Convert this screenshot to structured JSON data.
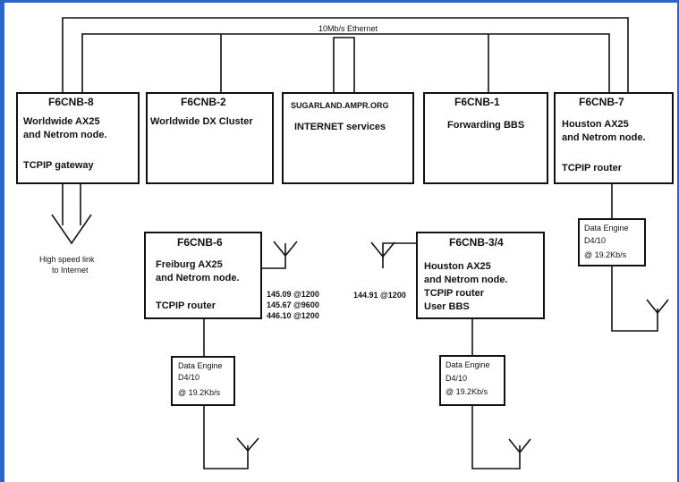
{
  "network": {
    "ethernet_label": "10Mb/s Ethernet",
    "f6cnb8": {
      "name": "F6CNB-8",
      "lines": [
        "Worldwide AX25",
        "and Netrom node.",
        "",
        "TCPIP gateway"
      ],
      "link": [
        "High speed link",
        "to Internet"
      ]
    },
    "f6cnb2": {
      "name": "F6CNB-2",
      "lines": [
        "Worldwide DX Cluster"
      ]
    },
    "sugarland": {
      "name": "SUGARLAND.AMPR.ORG",
      "lines": [
        "INTERNET services"
      ]
    },
    "f6cnb1": {
      "name": "F6CNB-1",
      "lines": [
        "Forwarding BBS"
      ]
    },
    "f6cnb7": {
      "name": "F6CNB-7",
      "lines": [
        "Houston  AX25",
        "and Netrom node.",
        "",
        "TCPIP router"
      ],
      "modem": [
        "Data Engine",
        "D4/10",
        "@ 19.2Kb/s"
      ]
    },
    "f6cnb6": {
      "name": "F6CNB-6",
      "lines": [
        "Freiburg  AX25",
        "and Netrom node.",
        "",
        "TCPIP router"
      ],
      "freqs": [
        "145.09 @1200",
        "145.67 @9600",
        "446.10 @1200"
      ],
      "modem": [
        "Data Engine",
        "D4/10",
        "@ 19.2Kb/s"
      ]
    },
    "f6cnb34": {
      "name": "F6CNB-3/4",
      "lines": [
        "Houston  AX25",
        "and Netrom node.",
        "TCPIP router",
        "User BBS"
      ],
      "freqs": [
        "144.91 @1200"
      ],
      "modem": [
        "Data Engine",
        "D4/10",
        "@ 19.2Kb/s"
      ]
    }
  }
}
